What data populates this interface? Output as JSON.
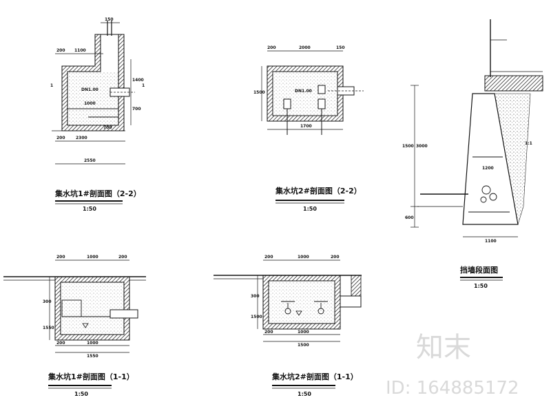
{
  "drawings": {
    "pit1_plan": {
      "title": "集水坑1#剖面图（2-2）",
      "scale": "1:50",
      "section_mark_left": "1",
      "section_mark_right": "1",
      "label_center": "DN1.00",
      "label_center_2": "1000",
      "dims": [
        "150",
        "1100",
        "2550",
        "1400",
        "200",
        "700",
        "200",
        "2300",
        "700"
      ]
    },
    "pit2_plan": {
      "title": "集水坑2#剖面图（2-2）",
      "scale": "1:50",
      "label_center": "DN1.00",
      "dims": [
        "2000",
        "1500",
        "200",
        "150",
        "1700"
      ]
    },
    "pit1_section": {
      "title": "集水坑1#剖面图（1-1）",
      "scale": "1:50",
      "dims": [
        "200",
        "1000",
        "200",
        "300",
        "1550",
        "200",
        "1000",
        "1550"
      ]
    },
    "pit2_section": {
      "title": "集水坑2#剖面图（1-1）",
      "scale": "1:50",
      "dims": [
        "200",
        "1000",
        "200",
        "300",
        "1500",
        "200",
        "1000",
        "1500"
      ]
    },
    "wall_section": {
      "title": "挡墙段面图",
      "scale": "1:50",
      "dims": [
        "1500",
        "3000",
        "600",
        "1:1",
        "1100",
        "1200"
      ]
    }
  },
  "watermark": {
    "brand": "知末",
    "id_label": "ID: 164885172"
  }
}
